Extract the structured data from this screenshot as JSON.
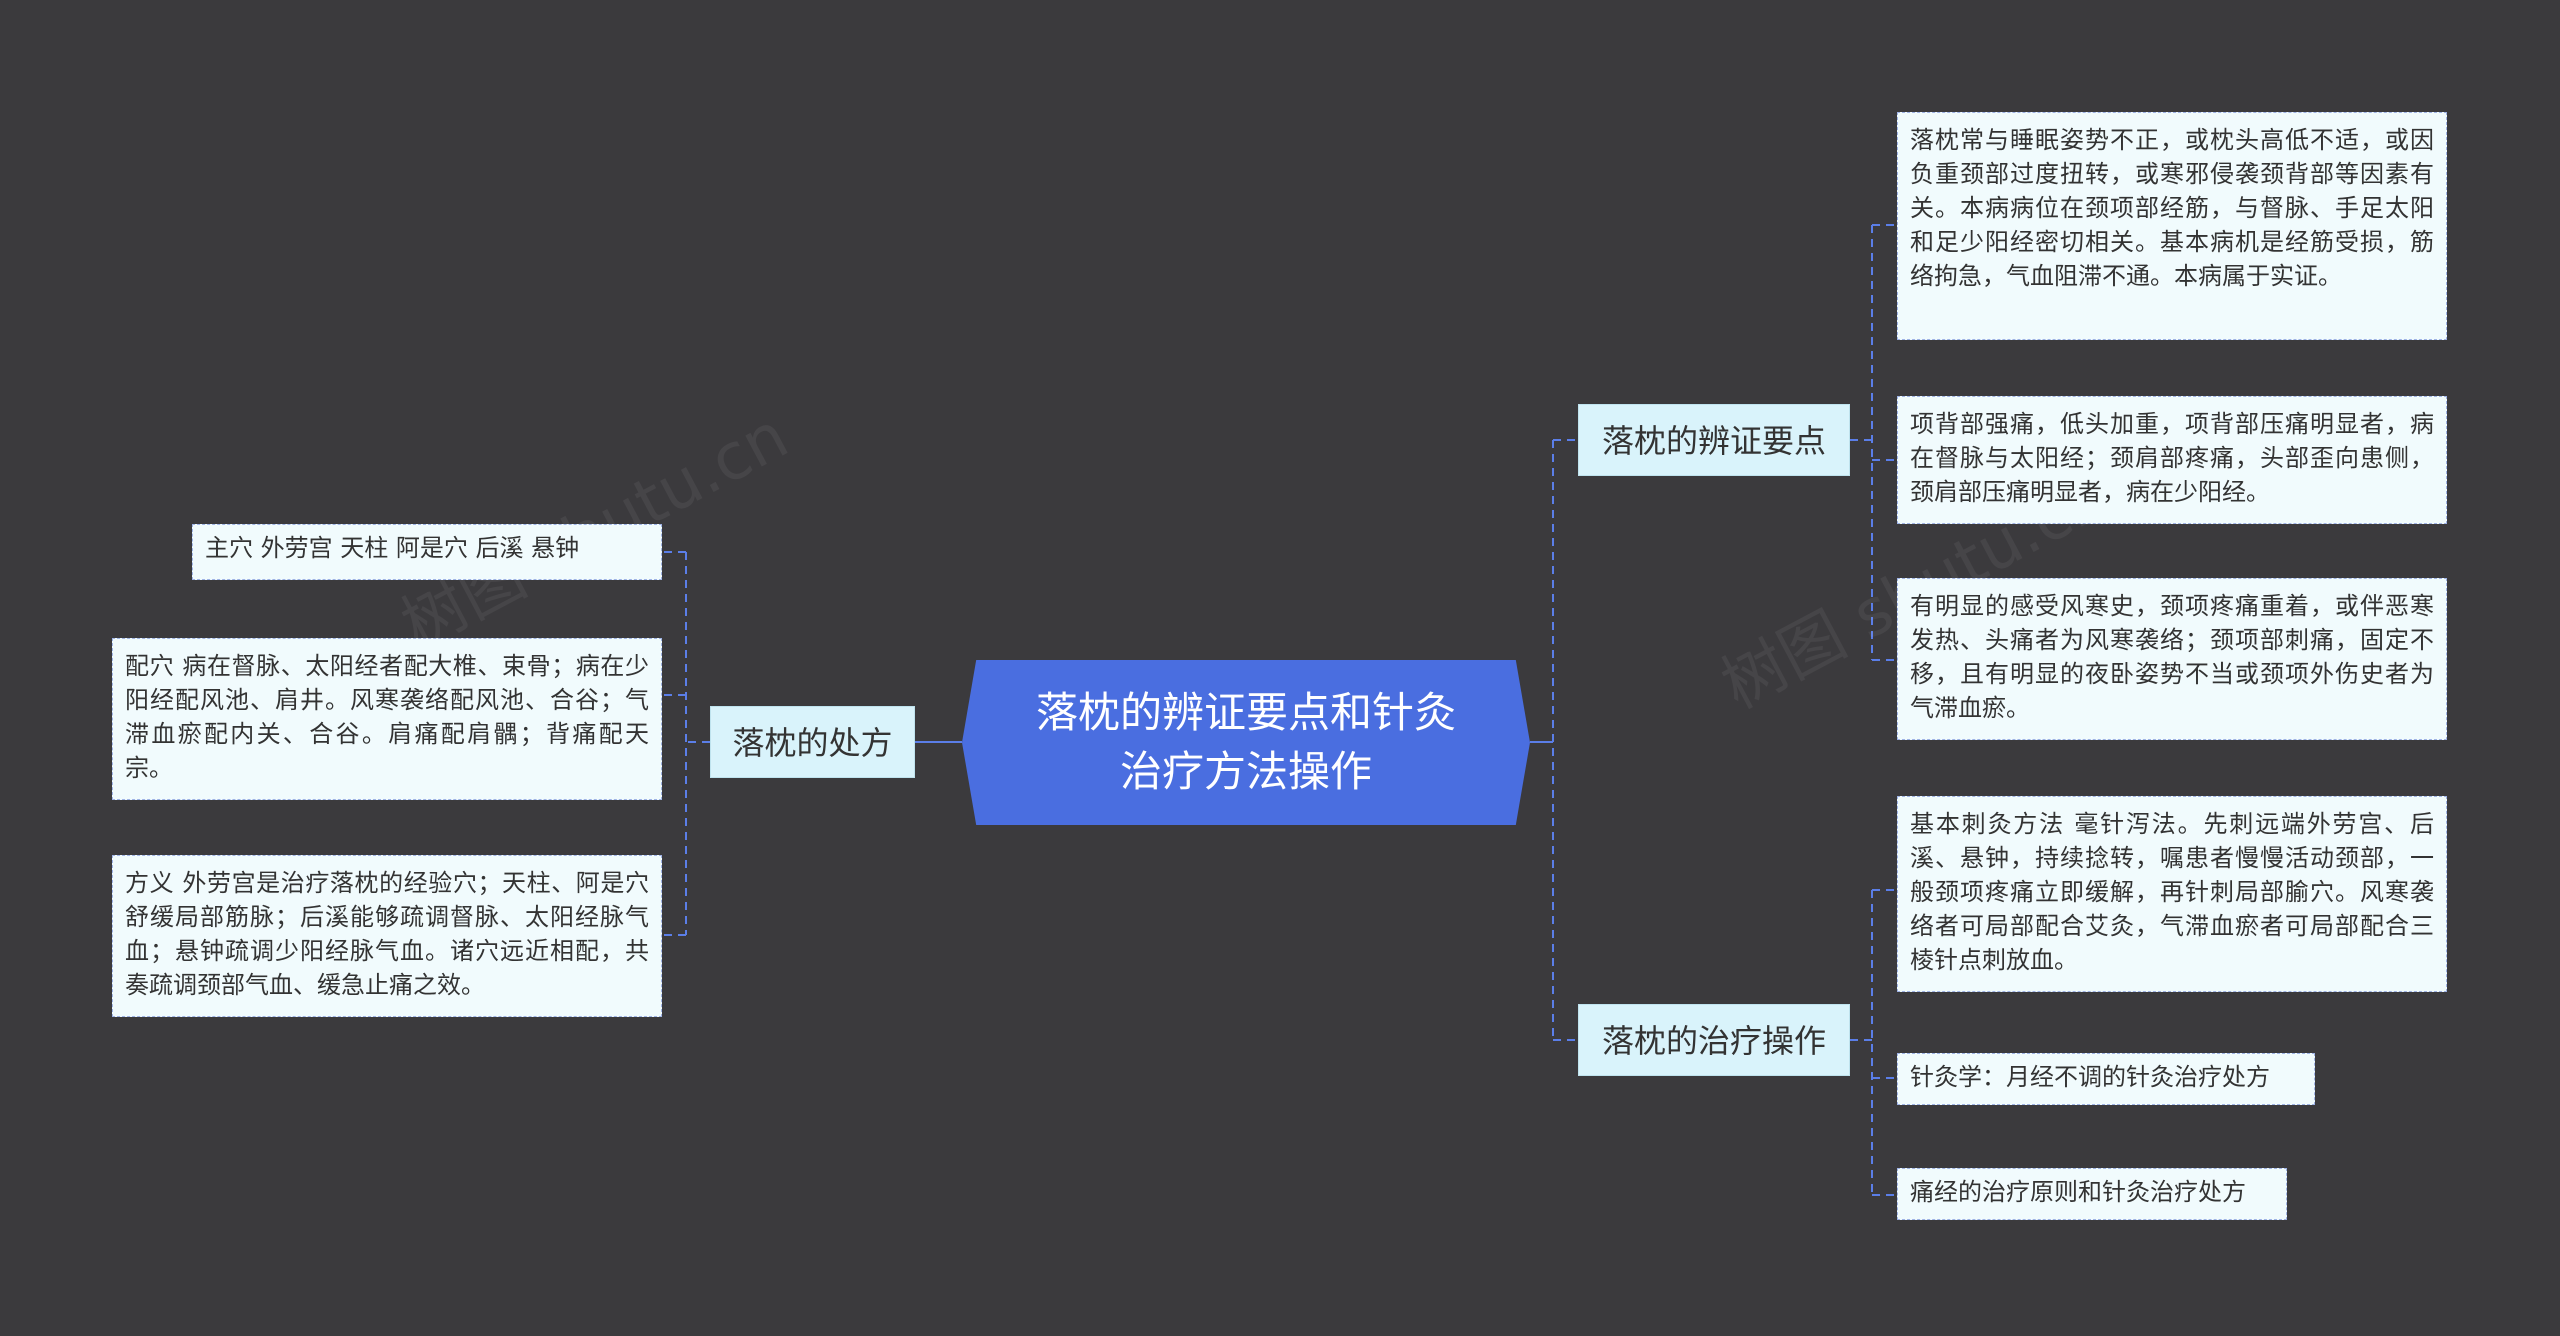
{
  "central": {
    "title": "落枕的辨证要点和针灸治疗方法操作"
  },
  "branches": {
    "diagnosis": {
      "label": "落枕的辨证要点",
      "leaves": [
        "落枕常与睡眠姿势不正，或枕头高低不适，或因负重颈部过度扭转，或寒邪侵袭颈背部等因素有关。本病病位在颈项部经筋，与督脉、手足太阳和足少阳经密切相关。基本病机是经筋受损，筋络拘急，气血阻滞不通。本病属于实证。",
        "项背部强痛，低头加重，项背部压痛明显者，病在督脉与太阳经；颈肩部疼痛，头部歪向患侧，颈肩部压痛明显者，病在少阳经。",
        "有明显的感受风寒史，颈项疼痛重着，或伴恶寒发热、头痛者为风寒袭络；颈项部刺痛，固定不移，且有明显的夜卧姿势不当或颈项外伤史者为气滞血瘀。"
      ]
    },
    "treatment": {
      "label": "落枕的治疗操作",
      "leaves": [
        "基本刺灸方法  毫针泻法。先刺远端外劳宫、后溪、悬钟，持续捻转，嘱患者慢慢活动颈部，一般颈项疼痛立即缓解，再针刺局部腧穴。风寒袭络者可局部配合艾灸，气滞血瘀者可局部配合三棱针点刺放血。",
        "针灸学：月经不调的针灸治疗处方",
        "痛经的治疗原则和针灸治疗处方"
      ]
    },
    "prescription": {
      "label": "落枕的处方",
      "leaves": [
        "主穴  外劳宫  天柱  阿是穴  后溪  悬钟",
        "配穴  病在督脉、太阳经者配大椎、束骨；病在少阳经配风池、肩井。风寒袭络配风池、合谷；气滞血瘀配内关、合谷。肩痛配肩髃；背痛配天宗。",
        "方义  外劳宫是治疗落枕的经验穴；天柱、阿是穴舒缓局部筋脉；后溪能够疏调督脉、太阳经脉气血；悬钟疏调少阳经脉气血。诸穴远近相配，共奏疏调颈部气血、缓急止痛之效。"
      ]
    }
  },
  "colors": {
    "background": "#3b3a3d",
    "central": "#4a6ee0",
    "branch": "#d9f3fb",
    "leaf": "#f1fbfd",
    "connector": "#5b7ee8"
  }
}
